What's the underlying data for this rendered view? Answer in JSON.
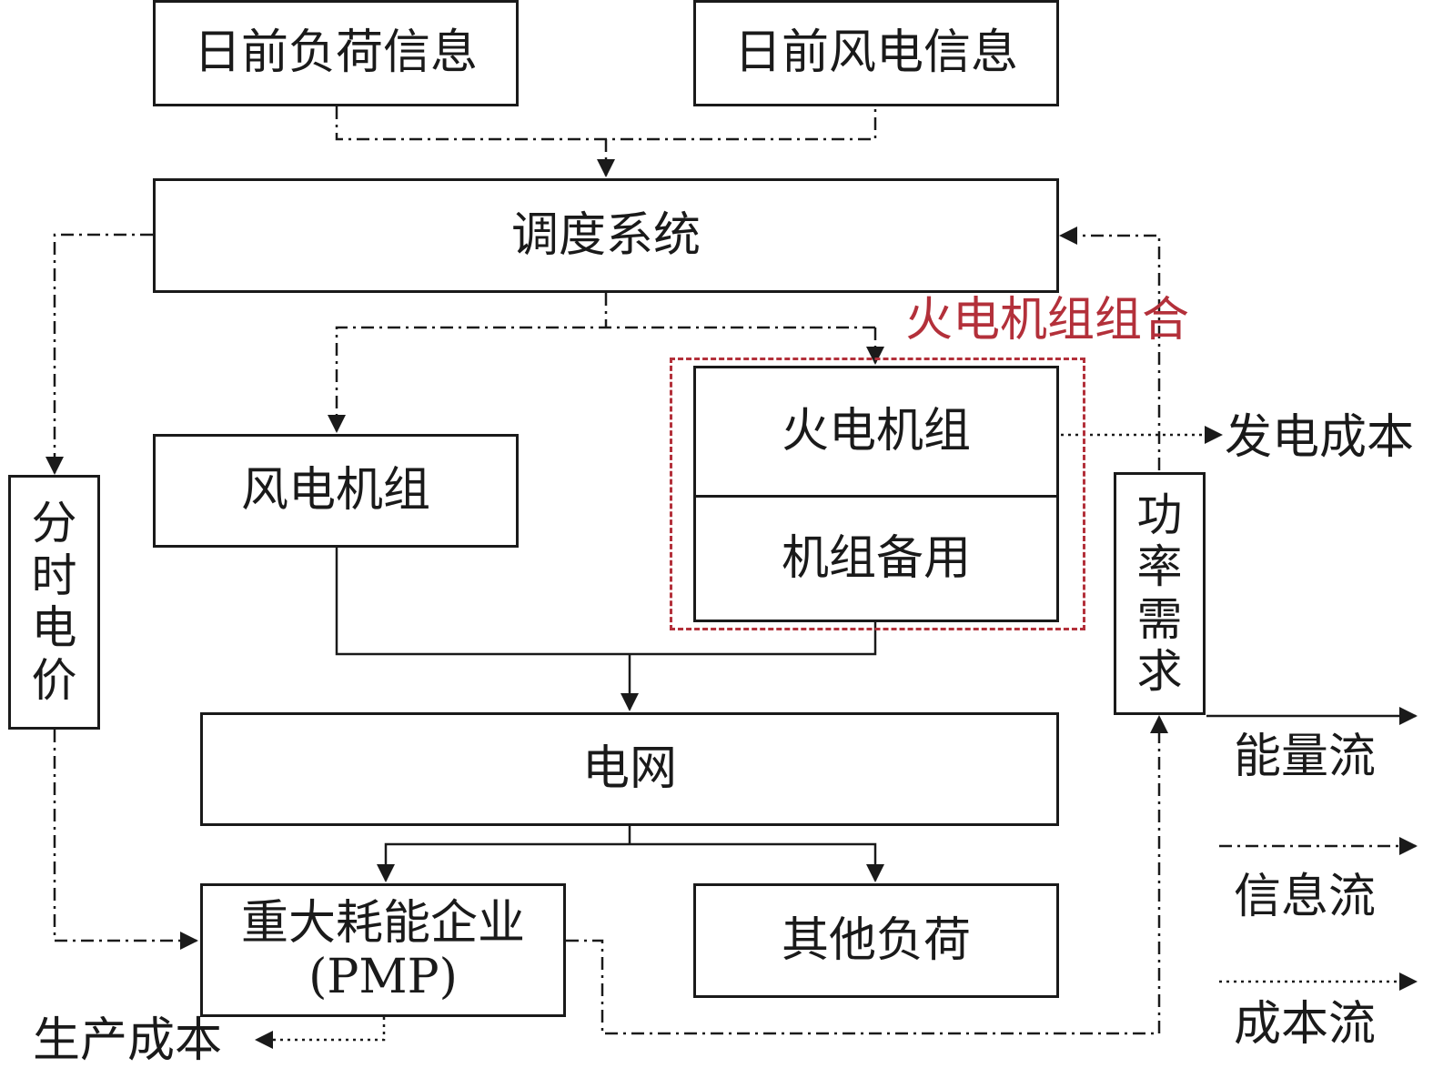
{
  "nodes": {
    "day_ahead_load": "日前负荷信息",
    "day_ahead_wind": "日前风电信息",
    "dispatch_system": "调度系统",
    "wind_units": "风电机组",
    "thermal_units": "火电机组",
    "unit_reserve": "机组备用",
    "grid": "电网",
    "pmp_line1": "重大耗能企业",
    "pmp_line2": "(PMP)",
    "other_loads": "其他负荷",
    "tou_price": [
      "分",
      "时",
      "电",
      "价"
    ],
    "power_demand": [
      "功",
      "率",
      "需",
      "求"
    ]
  },
  "group_label": "火电机组组合",
  "outputs": {
    "generation_cost": "发电成本",
    "production_cost": "生产成本"
  },
  "legend": {
    "energy_flow": "能量流",
    "info_flow": "信息流",
    "cost_flow": "成本流"
  },
  "colors": {
    "line": "#1a1a1a",
    "group_accent": "#b3303a"
  }
}
